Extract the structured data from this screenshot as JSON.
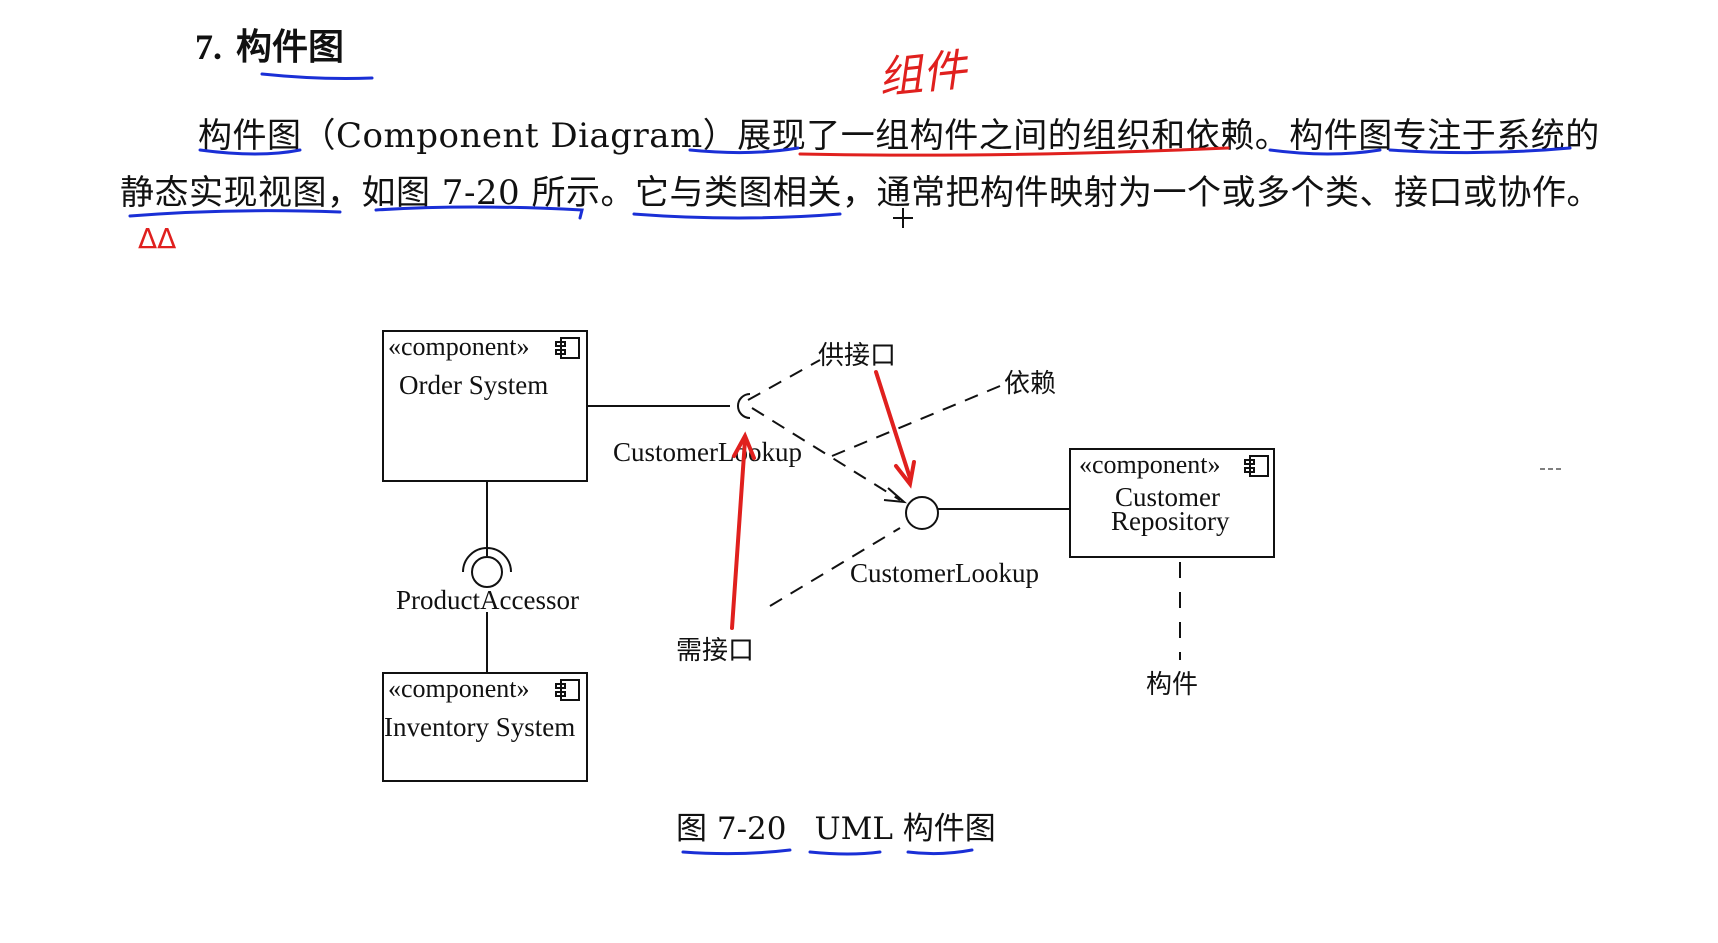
{
  "section": {
    "number": "7.",
    "title": "构件图"
  },
  "paragraph": {
    "line1": "构件图（Component Diagram）展现了一组构件之间的组织和依赖。构件图专注于系统的",
    "line2": "静态实现视图，如图 7-20 所示。它与类图相关，通常把构件映射为一个或多个类、接口或协作。"
  },
  "diagram": {
    "stereotype": "«component»",
    "components": [
      {
        "name": "Order System"
      },
      {
        "name_lines": [
          "Customer",
          "Repository"
        ]
      },
      {
        "name": "Inventory System"
      }
    ],
    "interfaces": {
      "required_top": "CustomerLookup",
      "provided": "CustomerLookup",
      "product": "ProductAccessor"
    },
    "annotations": {
      "provided_interface": "供接口",
      "dependency": "依赖",
      "required_interface": "需接口",
      "component": "构件"
    },
    "caption": {
      "fig_number": "图 7-20",
      "title": "UML 构件图"
    }
  },
  "handwriting": {
    "note_top": "组件",
    "note_left": "ΔΔ"
  },
  "colors": {
    "blue_ink": "#1a2fd6",
    "red_ink": "#e0201e",
    "text": "#111111"
  }
}
